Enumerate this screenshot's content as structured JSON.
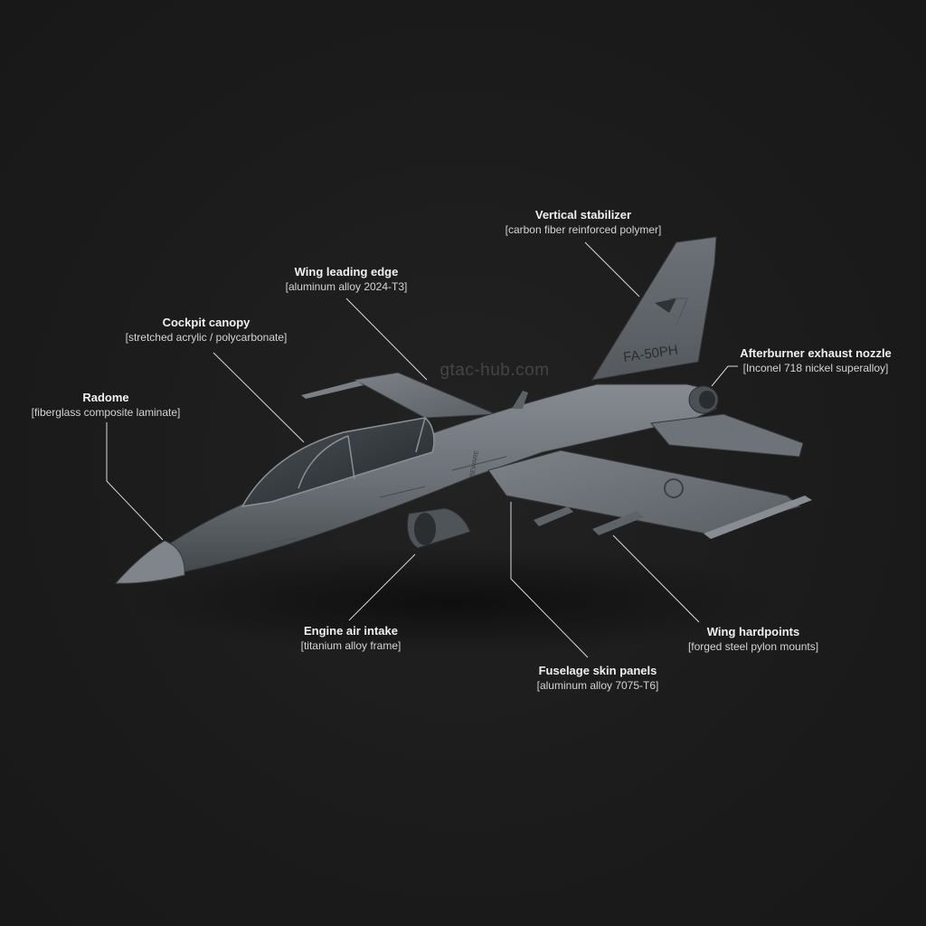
{
  "watermark": "gtac-hub.com",
  "tail_code": "FA-50PH",
  "stencil": "BEWARE",
  "colors": {
    "background": "#1c1c1c",
    "airframe": "#6e747a",
    "airframe_dark": "#4a4f54",
    "leader_line": "#d8d8d8",
    "label_text": "#f0f0f0"
  },
  "callouts": [
    {
      "id": "radome",
      "name": "Radome",
      "material": "[fiberglass composite laminate]"
    },
    {
      "id": "cockpit-canopy",
      "name": "Cockpit canopy",
      "material": "[stretched acrylic / polycarbonate]"
    },
    {
      "id": "wing-leading-edge",
      "name": "Wing leading edge",
      "material": "[aluminum alloy 2024-T3]"
    },
    {
      "id": "vertical-stabilizer",
      "name": "Vertical stabilizer",
      "material": "[carbon fiber reinforced polymer]"
    },
    {
      "id": "afterburner-nozzle",
      "name": "Afterburner exhaust nozzle",
      "material": "[Inconel 718 nickel superalloy]"
    },
    {
      "id": "engine-air-intake",
      "name": "Engine air intake",
      "material": "[titanium alloy frame]"
    },
    {
      "id": "fuselage-skin",
      "name": "Fuselage skin panels",
      "material": "[aluminum alloy 7075-T6]"
    },
    {
      "id": "wing-hardpoints",
      "name": "Wing hardpoints",
      "material": "[forged steel pylon mounts]"
    }
  ]
}
